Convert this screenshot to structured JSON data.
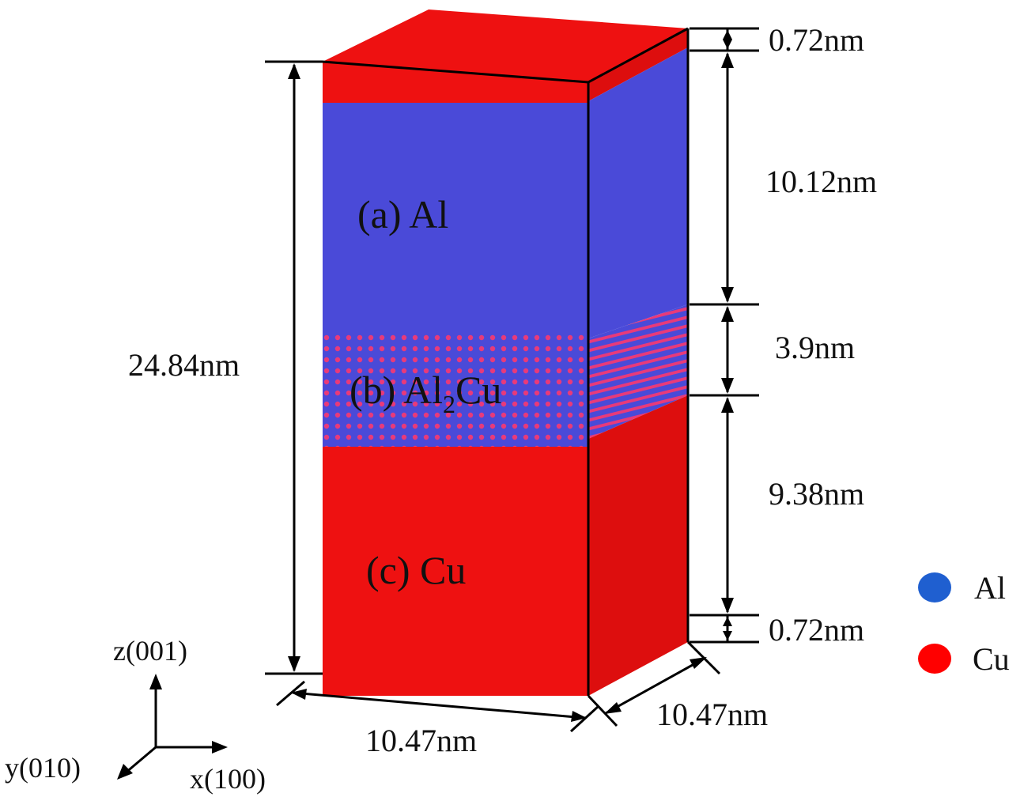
{
  "regions": {
    "al": {
      "prefix": "(a) ",
      "text": "Al"
    },
    "al2cu": {
      "prefix": "(b) ",
      "base": "Al",
      "sub": "2",
      "tail": "Cu"
    },
    "cu": {
      "prefix": "(c) ",
      "text": "Cu"
    }
  },
  "dimensions": {
    "total_height": "24.84nm",
    "top_cu_layer": "0.72nm",
    "al_layer": "10.12nm",
    "al2cu_layer": "3.9nm",
    "cu_layer": "9.38nm",
    "bottom_cu_layer": "0.72nm",
    "width_x": "10.47nm",
    "width_y": "10.47nm"
  },
  "legend": [
    {
      "label": "Al",
      "color": "#1f5fd0"
    },
    {
      "label": "Cu",
      "color": "#ff0000"
    }
  ],
  "axes": {
    "z": "z(001)",
    "y": "y(010)",
    "x": "x(100)"
  },
  "colors": {
    "al": "#4a4ad8",
    "cu": "#ee1111",
    "cu_side": "#dd0e0e"
  }
}
